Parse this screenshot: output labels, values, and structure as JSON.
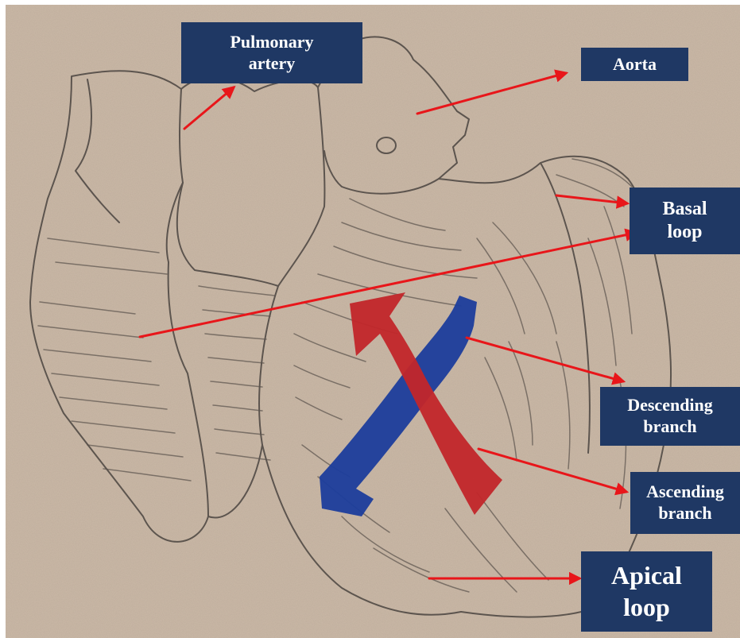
{
  "colors": {
    "paper": "#cbb9a7",
    "pencil": "#4a4440",
    "label_bg": "#1f3864",
    "label_text": "#ffffff",
    "pointer_arrow": "#e8161a",
    "ascending_arrow": "#c2262a",
    "descending_band": "#1c3d9c"
  },
  "labels": {
    "pulmonary_artery": [
      "Pulmonary",
      "artery"
    ],
    "aorta": [
      "Aorta"
    ],
    "basal_loop": [
      "Basal",
      "loop"
    ],
    "descending_branch": [
      "Descending",
      "branch"
    ],
    "ascending_branch": [
      "Ascending",
      "branch"
    ],
    "apical_loop": [
      "Apical",
      "loop"
    ]
  }
}
